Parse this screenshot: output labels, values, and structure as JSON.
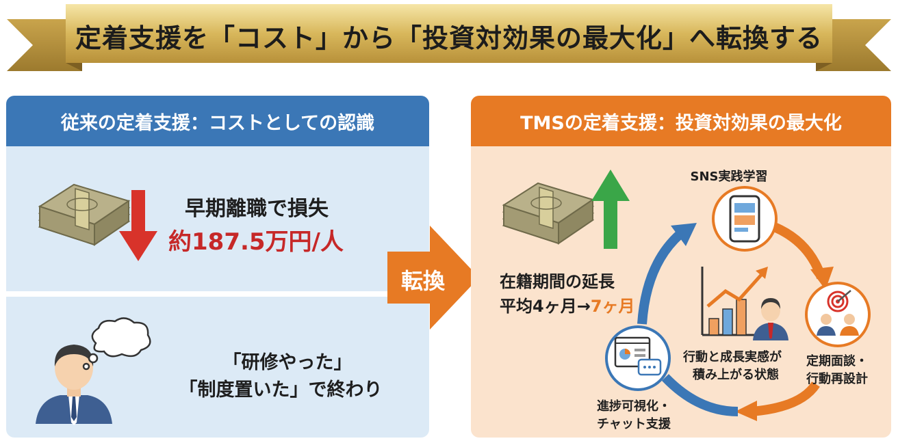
{
  "banner": {
    "title": "定着支援を「コスト」から「投資対効果の最大化」へ転換する"
  },
  "left_panel": {
    "header": "従来の定着支援：コストとしての認識",
    "loss": {
      "line1": "早期離職で損失",
      "amount": "約187.5万円/人"
    },
    "quote": {
      "line1": "「研修やった」",
      "line2": "「制度置いた」で終わり"
    }
  },
  "transition": {
    "label": "転換"
  },
  "right_panel": {
    "header": "TMSの定着支援：投資対効果の最大化",
    "tenure": {
      "line1": "在籍期間の延長",
      "line2_prefix": "平均4ヶ月→",
      "line2_highlight": "7ヶ月"
    },
    "cycle": {
      "top_label": "SNS実践学習",
      "right_line1": "定期面談・",
      "right_line2": "行動再設計",
      "bottom_line1": "進捗可視化・",
      "bottom_line2": "チャット支援",
      "center_line1": "行動と成長実感が",
      "center_line2": "積み上がる状態"
    }
  },
  "colors": {
    "blue": "#3b77b6",
    "orange": "#e77a24",
    "red": "#d8332a",
    "green": "#3aa648",
    "gold": "#d8b75b"
  }
}
